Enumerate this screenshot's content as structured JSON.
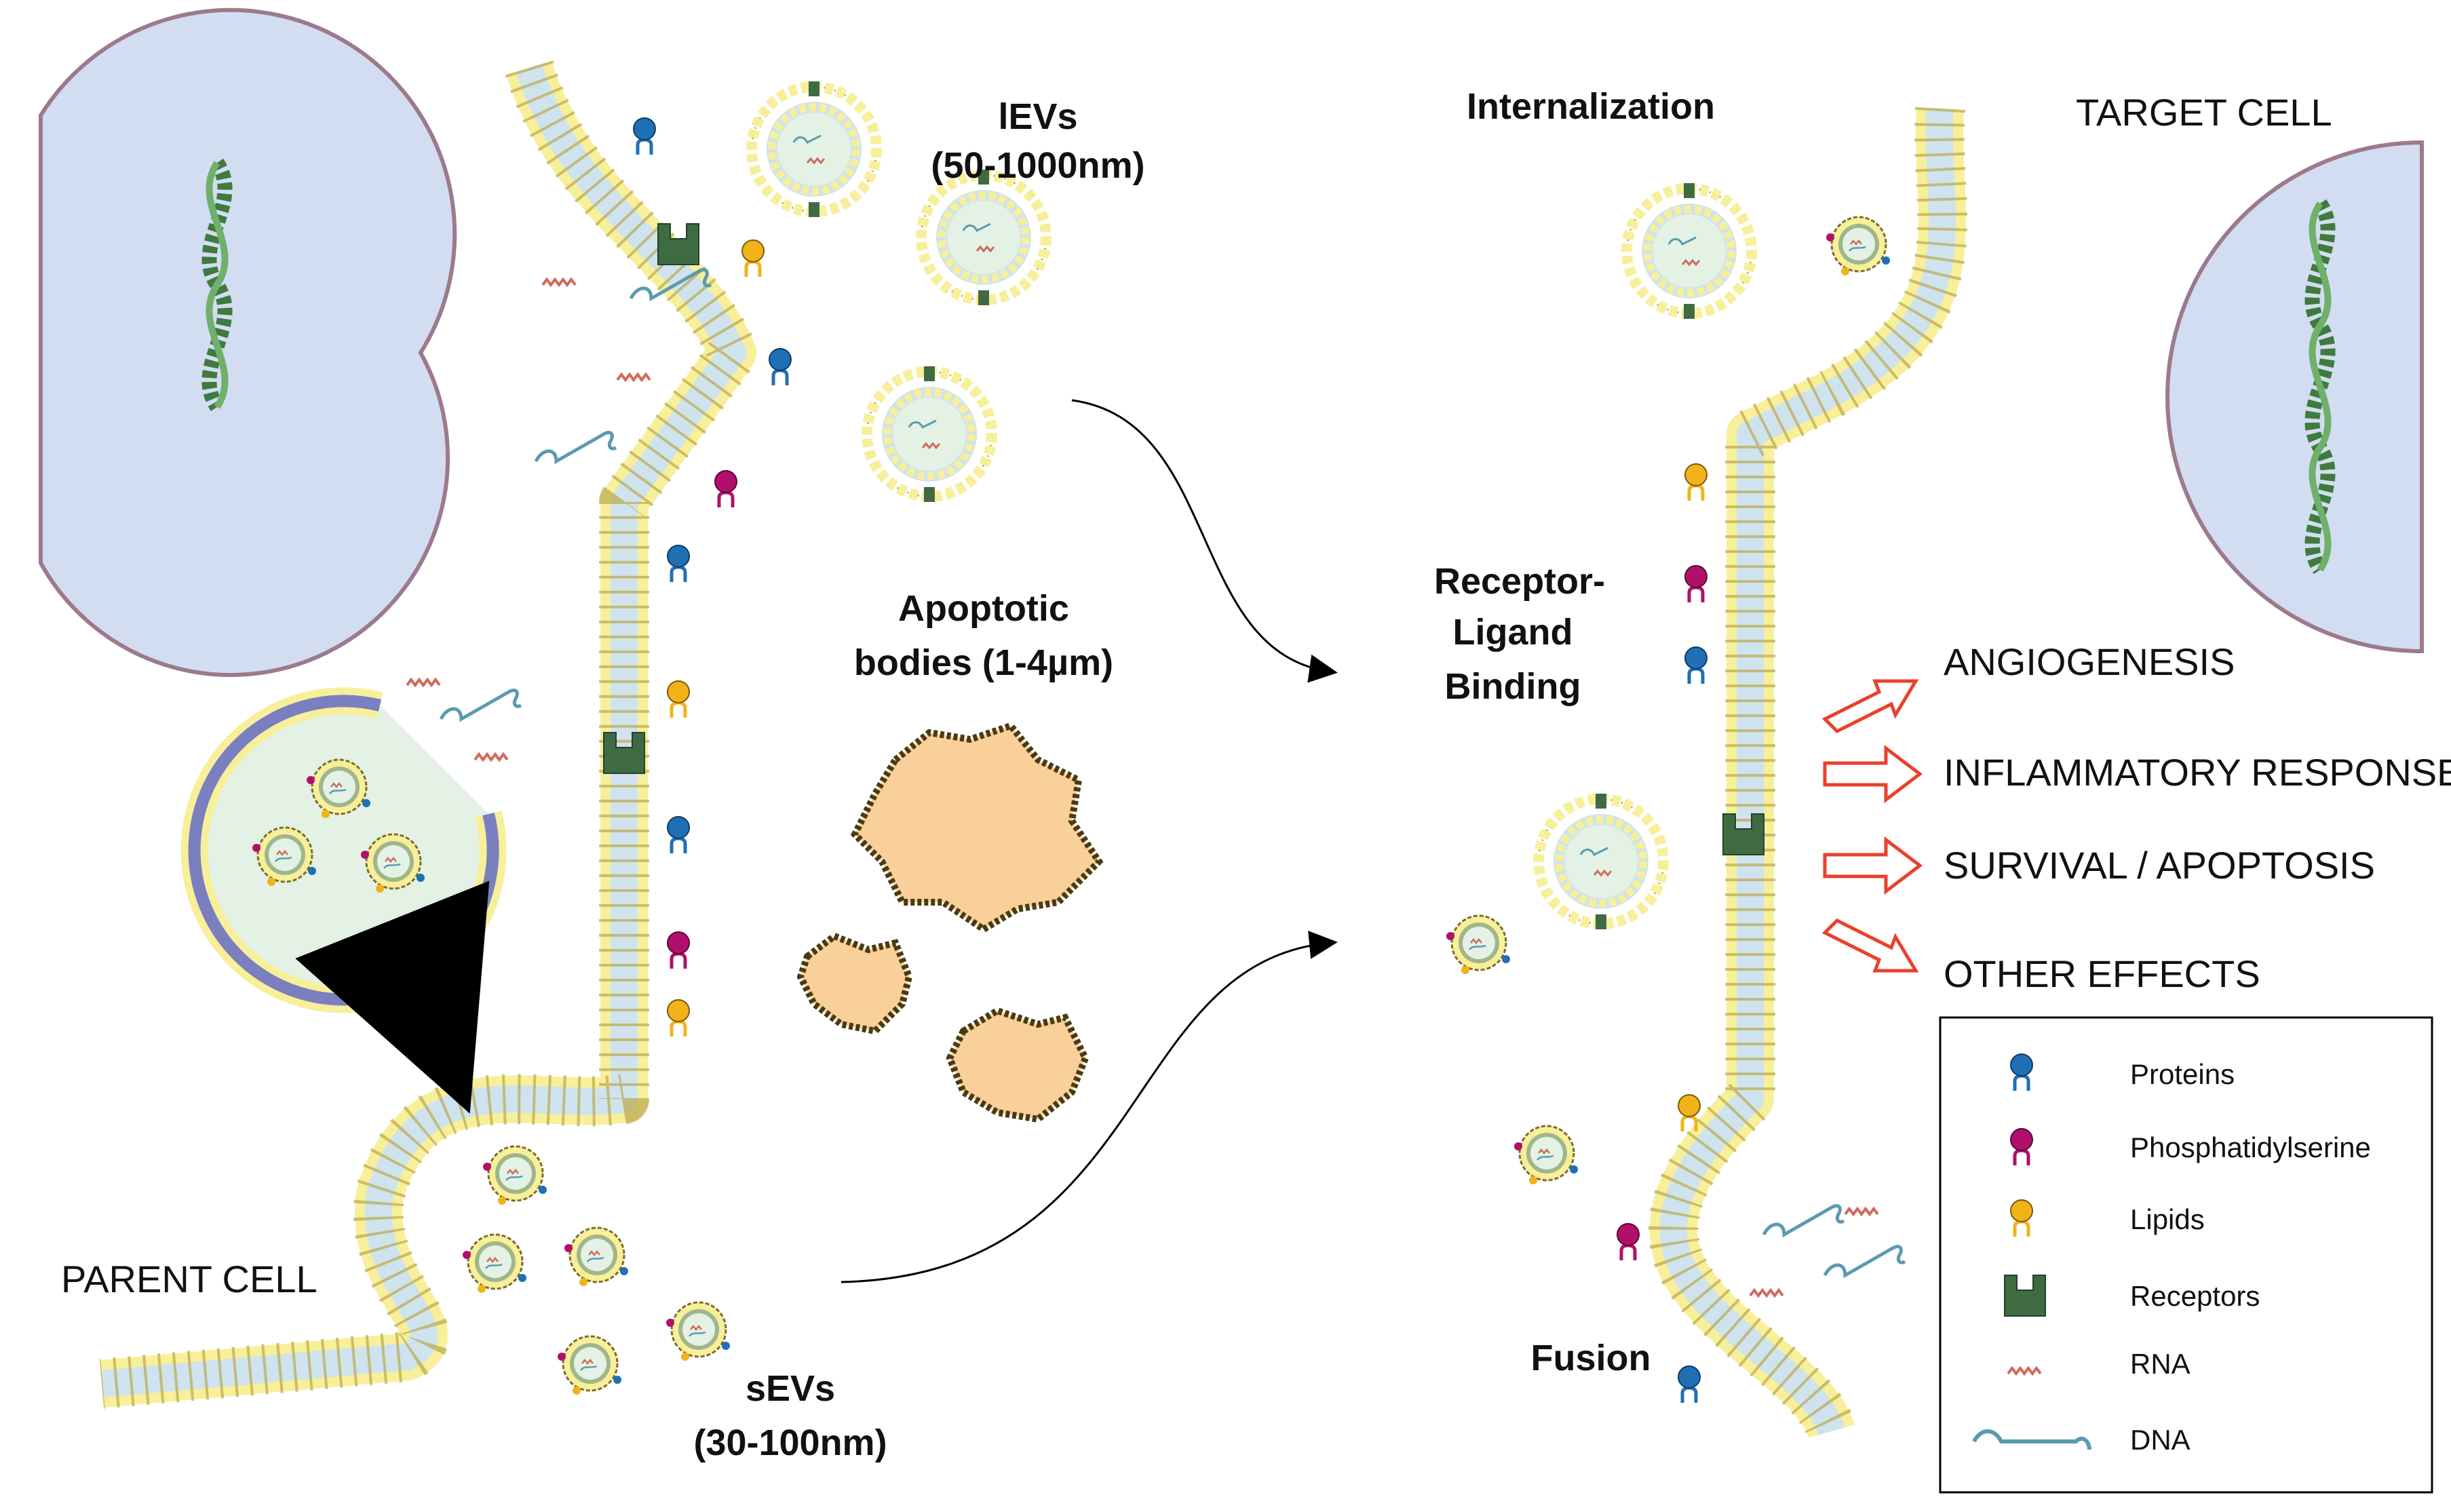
{
  "labels": {
    "parent_cell": "PARENT CELL",
    "target_cell": "TARGET CELL",
    "levs_line1": "lEVs",
    "levs_line2": "(50-1000nm)",
    "apoptotic_line1": "Apoptotic",
    "apoptotic_line2": "bodies (1-4µm)",
    "sevs_line1": "sEVs",
    "sevs_line2": "(30-100nm)",
    "internalization": "Internalization",
    "receptor_line1": "Receptor-",
    "receptor_line2": "Ligand",
    "receptor_line3": "Binding",
    "fusion": "Fusion"
  },
  "effects": [
    {
      "label": "ANGIOGENESIS"
    },
    {
      "label": "INFLAMMATORY RESPONSE"
    },
    {
      "label": "SURVIVAL / APOPTOSIS"
    },
    {
      "label": "OTHER EFFECTS"
    }
  ],
  "legend": {
    "items": [
      {
        "label": "Proteins",
        "icon": "protein-icon"
      },
      {
        "label": "Phosphatidylserine",
        "icon": "phosphatidylserine-icon"
      },
      {
        "label": "Lipids",
        "icon": "lipid-icon"
      },
      {
        "label": "Receptors",
        "icon": "receptor-icon"
      },
      {
        "label": "RNA",
        "icon": "rna-icon"
      },
      {
        "label": "DNA",
        "icon": "dna-icon"
      }
    ]
  },
  "colors": {
    "protein": "#1f6fb5",
    "phosphatidylserine": "#b0106b",
    "lipid": "#f2b21a",
    "receptor": "#3f6b43",
    "rna": "#d06a5e",
    "dna": "#5b9ab0",
    "lipid_head": "#f7ef9a",
    "membrane_tail": "#cfe3ee",
    "nucleus_fill": "#d3ddf1",
    "nucleus_border": "#9c7a8c",
    "effect_arrow": "#e8412c",
    "apoptotic_fill": "#f9cf9a",
    "apoptotic_pink": "#f4b7a1",
    "vesicle_lumen": "#e3f2e4"
  }
}
